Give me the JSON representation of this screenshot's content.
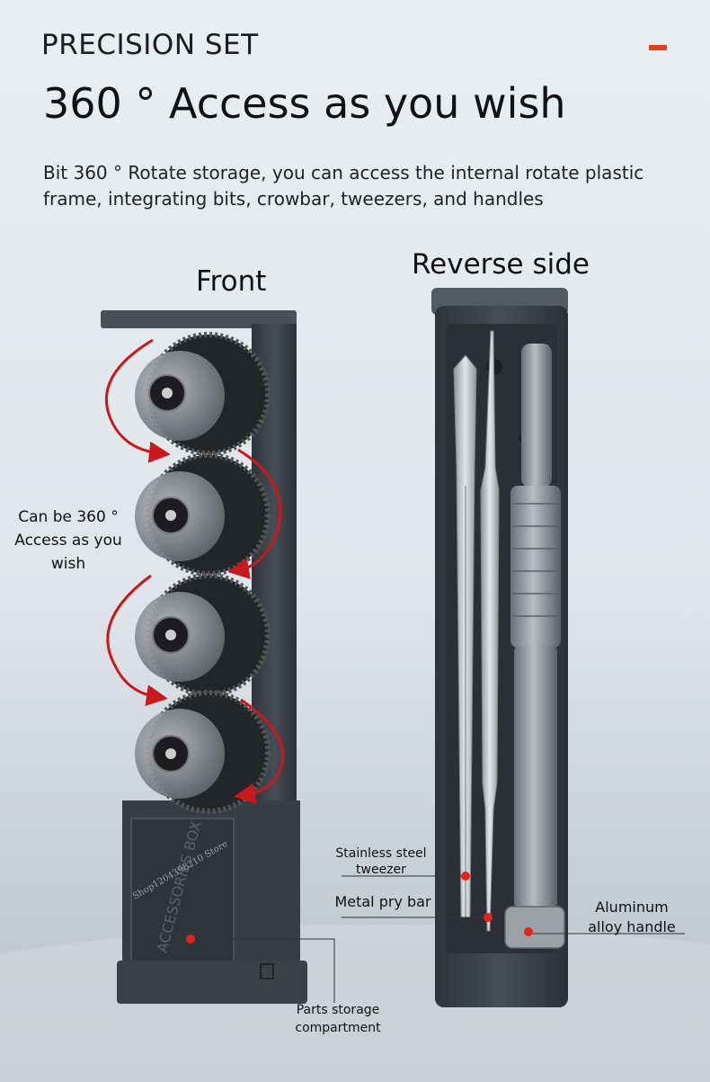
{
  "header": {
    "brand": "PRECISION SET",
    "headline": "360 ° Access as you wish",
    "description": "Bit 360 ° Rotate storage, you can access the internal rotate plastic frame, integrating bits, crowbar, tweezers, and handles"
  },
  "labels": {
    "front": "Front",
    "reverse": "Reverse side",
    "rotate_note": "Can be 360 ° Access as you wish"
  },
  "callouts": {
    "tweezer": "Stainless steel tweezer",
    "pry_bar": "Metal pry bar",
    "handle": "Aluminum alloy handle",
    "storage": "Parts storage compartment"
  },
  "product_marks": {
    "box_text": "ACCESSORIES BOX",
    "watermark": "Shop1204398210 Store"
  },
  "colors": {
    "accent": "#e0401d",
    "arrow": "#c8191f",
    "case": "#3b4048",
    "case_light": "#525861",
    "background": "#e4e9ee"
  }
}
